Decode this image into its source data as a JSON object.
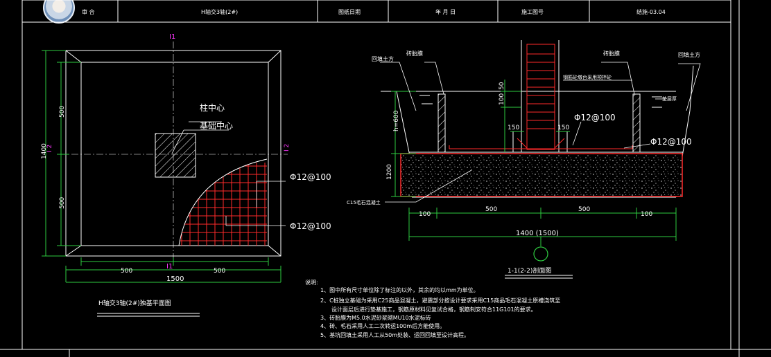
{
  "title_block": {
    "label_1": "审 合",
    "drawing_name": "H轴交3轴(2#)",
    "label_date": "图纸日期",
    "date_value": "年  月  日",
    "label_no": "施工图号",
    "drawing_no": "结施-03.04"
  },
  "plan": {
    "section_mark_top": "I1",
    "section_mark_bottom": "I1",
    "section_mark_left": "I 2",
    "section_mark_right": "I 2",
    "label_column_center": "柱中心",
    "label_foundation_center": "基础中心",
    "rebar_1": "Φ12@100",
    "rebar_2": "Φ12@100",
    "dim_left_total": "1400",
    "dim_left_upper": "500",
    "dim_left_lower": "500",
    "dim_bottom_left": "500",
    "dim_bottom_right": "500",
    "dim_bottom_total": "1500",
    "caption": "H轴交3轴(2#)独基平面图"
  },
  "section": {
    "label_backfill_left": "回填土方",
    "label_brick_left": "砖胎膜",
    "label_brick_right": "砖胎膜",
    "label_backfill_right": "回填土方",
    "label_pier_note": "钢筋砼墩台采用预拌砼",
    "label_cushion_right": "垫层厚",
    "dim_50": "50",
    "dim_100": "100",
    "dim_h": "h=600",
    "dim_150_left": "150",
    "dim_150_right": "150",
    "rebar_upper": "Φ12@100",
    "rebar_lower": "Φ12@100",
    "dim_1200": "1200",
    "label_concrete": "C15毛石混凝土",
    "dim_100_left": "100",
    "dim_500_left": "500",
    "dim_500_right": "500",
    "dim_100_right": "100",
    "dim_total": "1400 (1500)",
    "caption": "1-1(2-2)剖面图"
  },
  "notes": {
    "heading": "说明:",
    "items": [
      "1、图中所有尺寸单位除了标注的以外，其余的均以mm为单位。",
      "2、C桩独立基础为采用C25商品混凝土，避震部分按设计要求采用C15商品毛石混凝土原槽浇筑至",
      "设计面层后进行垫基施工，钢筋原材料见复试合格，钢筋制安符合11G101的要求。",
      "3、砖胎膜为M5.0水泥砂浆砌MU10水泥标砖",
      "4、砖、毛石采用人工二次转运100m后方能使用。",
      "5、基坑回填土采用人工从50m处装、运回回填至设计高程。"
    ]
  },
  "colors": {
    "red": "#ff2a2a",
    "green": "#2ecc40",
    "magenta": "#ff38ff",
    "white": "#ffffff"
  }
}
